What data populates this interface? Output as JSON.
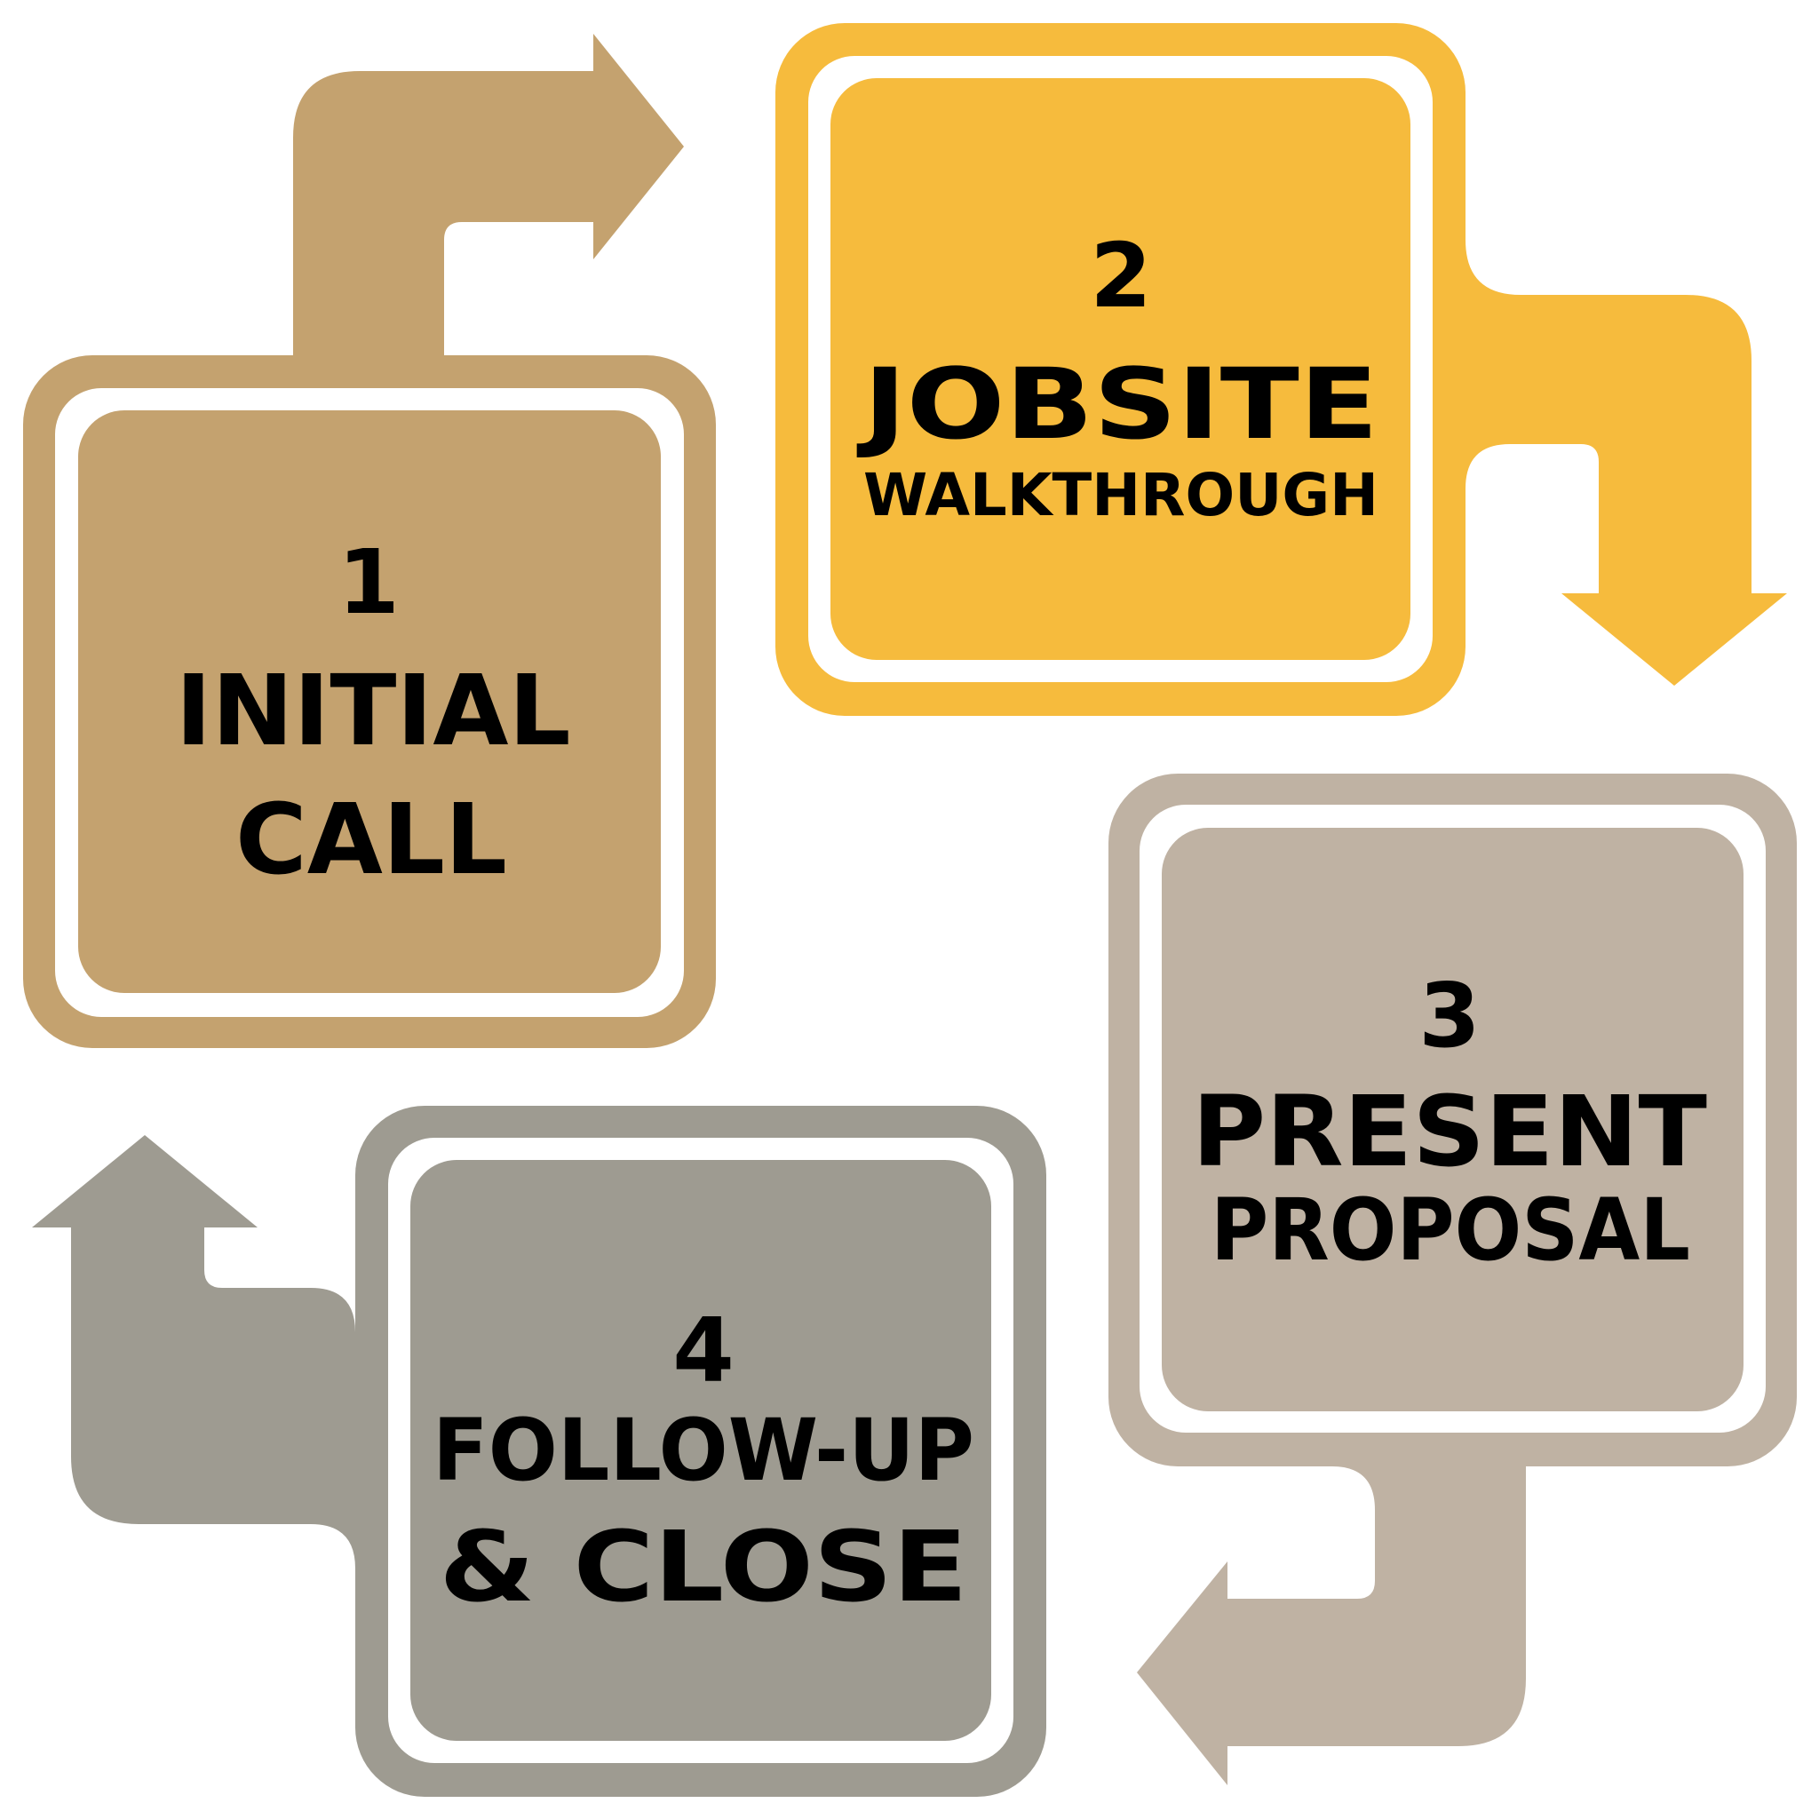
{
  "steps": [
    {
      "number": "1",
      "line1": "INITIAL",
      "line2": "CALL",
      "color": "#c4a26f"
    },
    {
      "number": "2",
      "line1": "JOBSITE",
      "line2": "WALKTHROUGH",
      "color": "#f6bb3d"
    },
    {
      "number": "3",
      "line1": "PRESENT",
      "line2": "PROPOSAL",
      "color": "#bfb2a3"
    },
    {
      "number": "4",
      "line1": "FOLLOW-UP",
      "line2": "& CLOSE",
      "color": "#9e9b91"
    }
  ],
  "colors": {
    "background": "#ffffff",
    "text": "#000000",
    "inner_border": "#ffffff"
  }
}
